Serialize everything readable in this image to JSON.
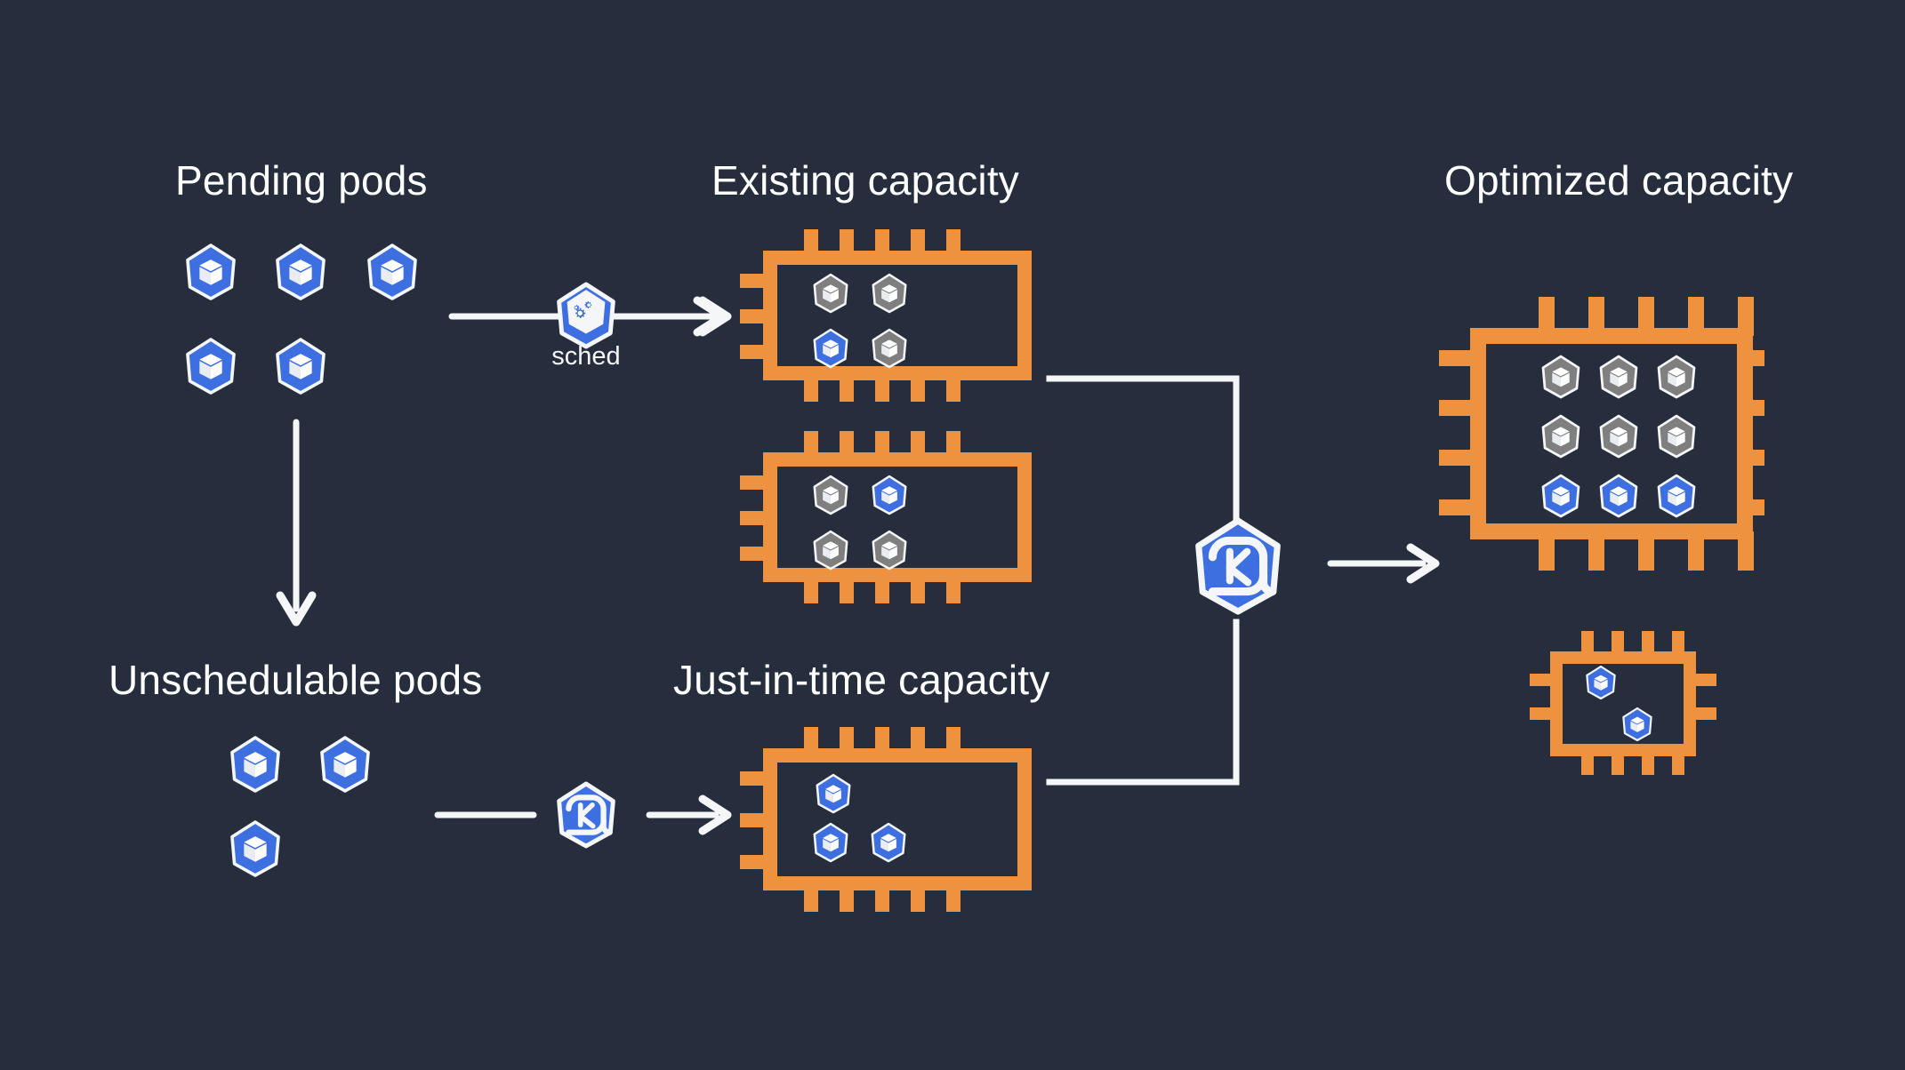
{
  "diagram": {
    "title": "Kubernetes scheduler and Karpenter capacity optimization flow",
    "background_color": "#262e3e"
  },
  "palette": {
    "background": "#262e3e",
    "pod_blue": "#3d6fe0",
    "pod_gray": "#7f7f7f",
    "chip_orange": "#ef9240",
    "stroke_white": "#f4f6f8",
    "text_white": "#ffffff",
    "chip_fill": "#262e3e"
  },
  "headings": {
    "pending": "Pending pods",
    "existing": "Existing capacity",
    "optimized": "Optimized capacity",
    "unschedulable": "Unschedulable pods",
    "jit": "Just-in-time capacity"
  },
  "groups": {
    "pending_pods": {
      "label": "Pending pods",
      "count": 5,
      "pods": [
        {
          "color": "blue",
          "row": 1,
          "index": 1
        },
        {
          "color": "blue",
          "row": 1,
          "index": 2
        },
        {
          "color": "blue",
          "row": 1,
          "index": 3
        },
        {
          "color": "blue",
          "row": 2,
          "index": 1
        },
        {
          "color": "blue",
          "row": 2,
          "index": 2
        }
      ]
    },
    "unschedulable_pods": {
      "label": "Unschedulable pods",
      "count": 3,
      "pods": [
        {
          "color": "blue",
          "row": 1,
          "index": 1
        },
        {
          "color": "blue",
          "row": 1,
          "index": 2
        },
        {
          "color": "blue",
          "row": 2,
          "index": 1
        }
      ]
    }
  },
  "nodes": {
    "scheduler": {
      "label": "sched",
      "icon": "kubernetes-scheduler-icon",
      "shape": "heptagon",
      "color": "#3d6fe0"
    },
    "karpenter_top": {
      "label": "",
      "icon": "karpenter-k-icon",
      "shape": "heptagon",
      "color": "#3d6fe0"
    },
    "karpenter_jit": {
      "label": "",
      "icon": "karpenter-k-icon",
      "shape": "heptagon",
      "color": "#3d6fe0"
    }
  },
  "chips": {
    "existing_1": {
      "name": "existing-capacity-chip-1",
      "rows": 2,
      "cols": 2,
      "pods": [
        "gray",
        "gray",
        "blue",
        "gray"
      ],
      "used": 1,
      "free": 3
    },
    "existing_2": {
      "name": "existing-capacity-chip-2",
      "rows": 2,
      "cols": 2,
      "pods": [
        "gray",
        "blue",
        "gray",
        "gray"
      ],
      "used": 1,
      "free": 3
    },
    "jit": {
      "name": "just-in-time-capacity-chip",
      "pods": [
        "blue",
        "blue",
        "blue"
      ],
      "used": 3,
      "free": 0
    },
    "optimized_large": {
      "name": "optimized-capacity-chip-large",
      "rows": 3,
      "cols": 3,
      "pods": [
        "gray",
        "gray",
        "gray",
        "gray",
        "gray",
        "gray",
        "blue",
        "blue",
        "blue"
      ],
      "used": 3,
      "free": 6
    },
    "optimized_small": {
      "name": "optimized-capacity-chip-small",
      "pods": [
        "blue",
        "blue"
      ],
      "used": 2,
      "free": 0
    }
  },
  "connectors": [
    {
      "name": "pending-to-scheduler-arrow",
      "from": "pending_pods",
      "to": "scheduler",
      "direction": "right"
    },
    {
      "name": "scheduler-to-existing-arrow",
      "from": "scheduler",
      "to": "existing_capacity",
      "direction": "right"
    },
    {
      "name": "pending-to-unschedulable-arrow",
      "from": "pending_pods",
      "to": "unschedulable_pods",
      "direction": "down"
    },
    {
      "name": "unschedulable-to-karpenter-arrow",
      "from": "unschedulable_pods",
      "to": "karpenter_jit",
      "direction": "right"
    },
    {
      "name": "karpenter-to-jit-arrow",
      "from": "karpenter_jit",
      "to": "jit_capacity",
      "direction": "right"
    },
    {
      "name": "existing-to-karpenter-bracket",
      "from": "existing_capacity",
      "to": "karpenter_top",
      "direction": "bracket"
    },
    {
      "name": "jit-to-karpenter-bracket",
      "from": "jit_capacity",
      "to": "karpenter_top",
      "direction": "bracket"
    },
    {
      "name": "karpenter-to-optimized-arrow",
      "from": "karpenter_top",
      "to": "optimized_capacity",
      "direction": "right"
    }
  ]
}
